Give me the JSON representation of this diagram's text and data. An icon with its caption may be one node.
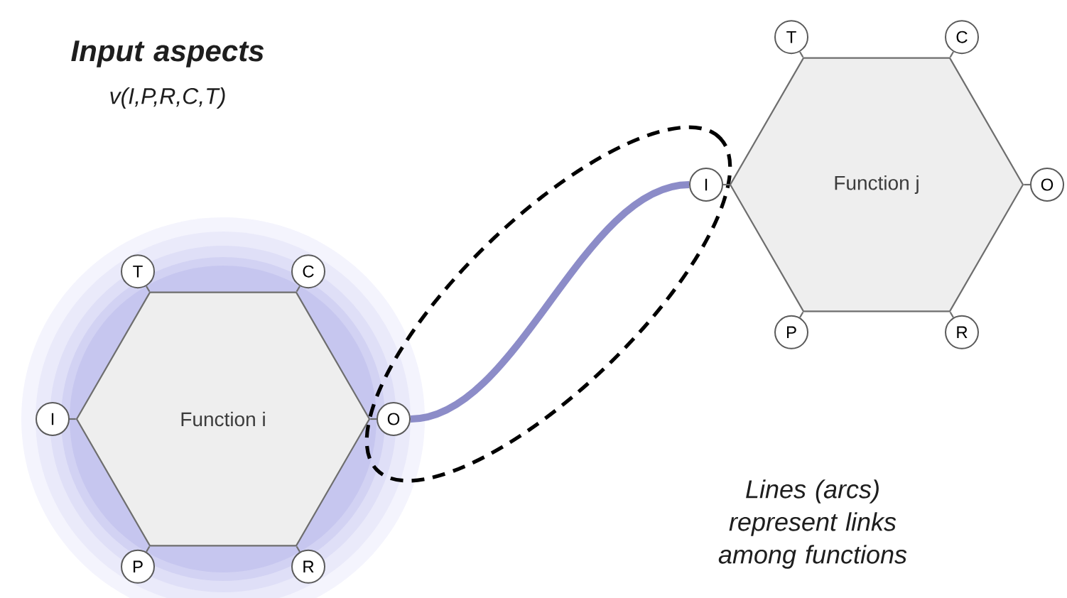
{
  "diagram": {
    "nodes": [
      {
        "text": [
          "Function i"
        ]
      },
      {
        "text": [
          "T"
        ]
      },
      {
        "text": [
          "C"
        ]
      },
      {
        "text": [
          "I"
        ]
      },
      {
        "text": [
          "O"
        ]
      },
      {
        "text": [
          "P"
        ]
      },
      {
        "text": [
          "R"
        ]
      },
      {
        "text": [
          "Function j"
        ]
      },
      {
        "text": [
          "T"
        ]
      },
      {
        "text": [
          "C"
        ]
      },
      {
        "text": [
          "I"
        ]
      },
      {
        "text": [
          "O"
        ]
      },
      {
        "text": [
          "P"
        ]
      },
      {
        "text": [
          "R"
        ]
      }
    ],
    "edges": [
      {
        "from": 1,
        "to": 0,
        "arrow": "none"
      },
      {
        "from": 2,
        "to": 0,
        "arrow": "none"
      },
      {
        "from": 3,
        "to": 0,
        "arrow": "none"
      },
      {
        "from": 4,
        "to": 0,
        "arrow": "none"
      },
      {
        "from": 5,
        "to": 0,
        "arrow": "none"
      },
      {
        "from": 6,
        "to": 0,
        "arrow": "none"
      },
      {
        "from": 8,
        "to": 7,
        "arrow": "none"
      },
      {
        "from": 9,
        "to": 7,
        "arrow": "none"
      },
      {
        "from": 10,
        "to": 7,
        "arrow": "none"
      },
      {
        "from": 11,
        "to": 7,
        "arrow": "none"
      },
      {
        "from": 12,
        "to": 7,
        "arrow": "none"
      },
      {
        "from": 13,
        "to": 7,
        "arrow": "none"
      },
      {
        "from": 4,
        "to": 10,
        "arrow": "none",
        "style": "thick",
        "color": "#8c8cc8"
      }
    ],
    "labels": [
      "Input aspects",
      "v(I,P,R,C,T)",
      "Lines (arcs) represent links among functions"
    ]
  }
}
